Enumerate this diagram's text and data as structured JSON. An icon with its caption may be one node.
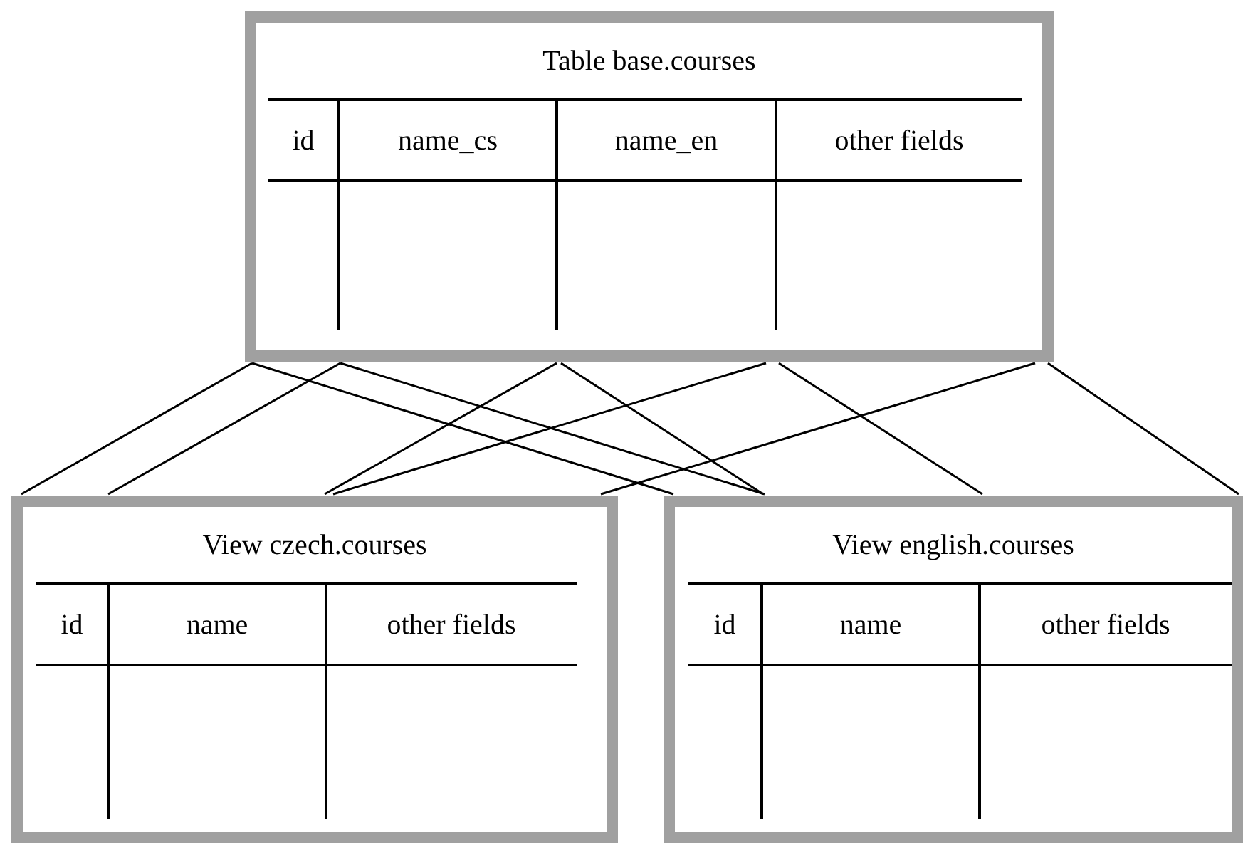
{
  "diagram": {
    "nodes": [
      {
        "text": [
          "Table base.courses"
        ]
      },
      {
        "text": [
          "id"
        ],
        "in": 0
      },
      {
        "text": [
          "name_cs"
        ],
        "in": 0
      },
      {
        "text": [
          "name_en"
        ],
        "in": 0
      },
      {
        "text": [
          "other fields"
        ],
        "in": 0
      },
      {
        "text": [
          "View czech.courses"
        ]
      },
      {
        "text": [
          "id"
        ],
        "in": 5
      },
      {
        "text": [
          "name"
        ],
        "in": 5
      },
      {
        "text": [
          "other fields"
        ],
        "in": 5
      },
      {
        "text": [
          "View english.courses"
        ]
      },
      {
        "text": [
          "id"
        ],
        "in": 9
      },
      {
        "text": [
          "name"
        ],
        "in": 9
      },
      {
        "text": [
          "other fields"
        ],
        "in": 9
      }
    ],
    "edges": [
      {
        "from": 0,
        "to": 5,
        "arrow": "none"
      },
      {
        "from": 0,
        "to": 5,
        "arrow": "none"
      },
      {
        "from": 0,
        "to": 9,
        "arrow": "none"
      },
      {
        "from": 0,
        "to": 9,
        "arrow": "none"
      },
      {
        "from": 0,
        "to": 5,
        "arrow": "none"
      },
      {
        "from": 0,
        "to": 9,
        "arrow": "none"
      },
      {
        "from": 0,
        "to": 9,
        "arrow": "none"
      },
      {
        "from": 0,
        "to": 5,
        "arrow": "none"
      },
      {
        "from": 0,
        "to": 5,
        "arrow": "none"
      },
      {
        "from": 0,
        "to": 9,
        "arrow": "none"
      }
    ]
  }
}
